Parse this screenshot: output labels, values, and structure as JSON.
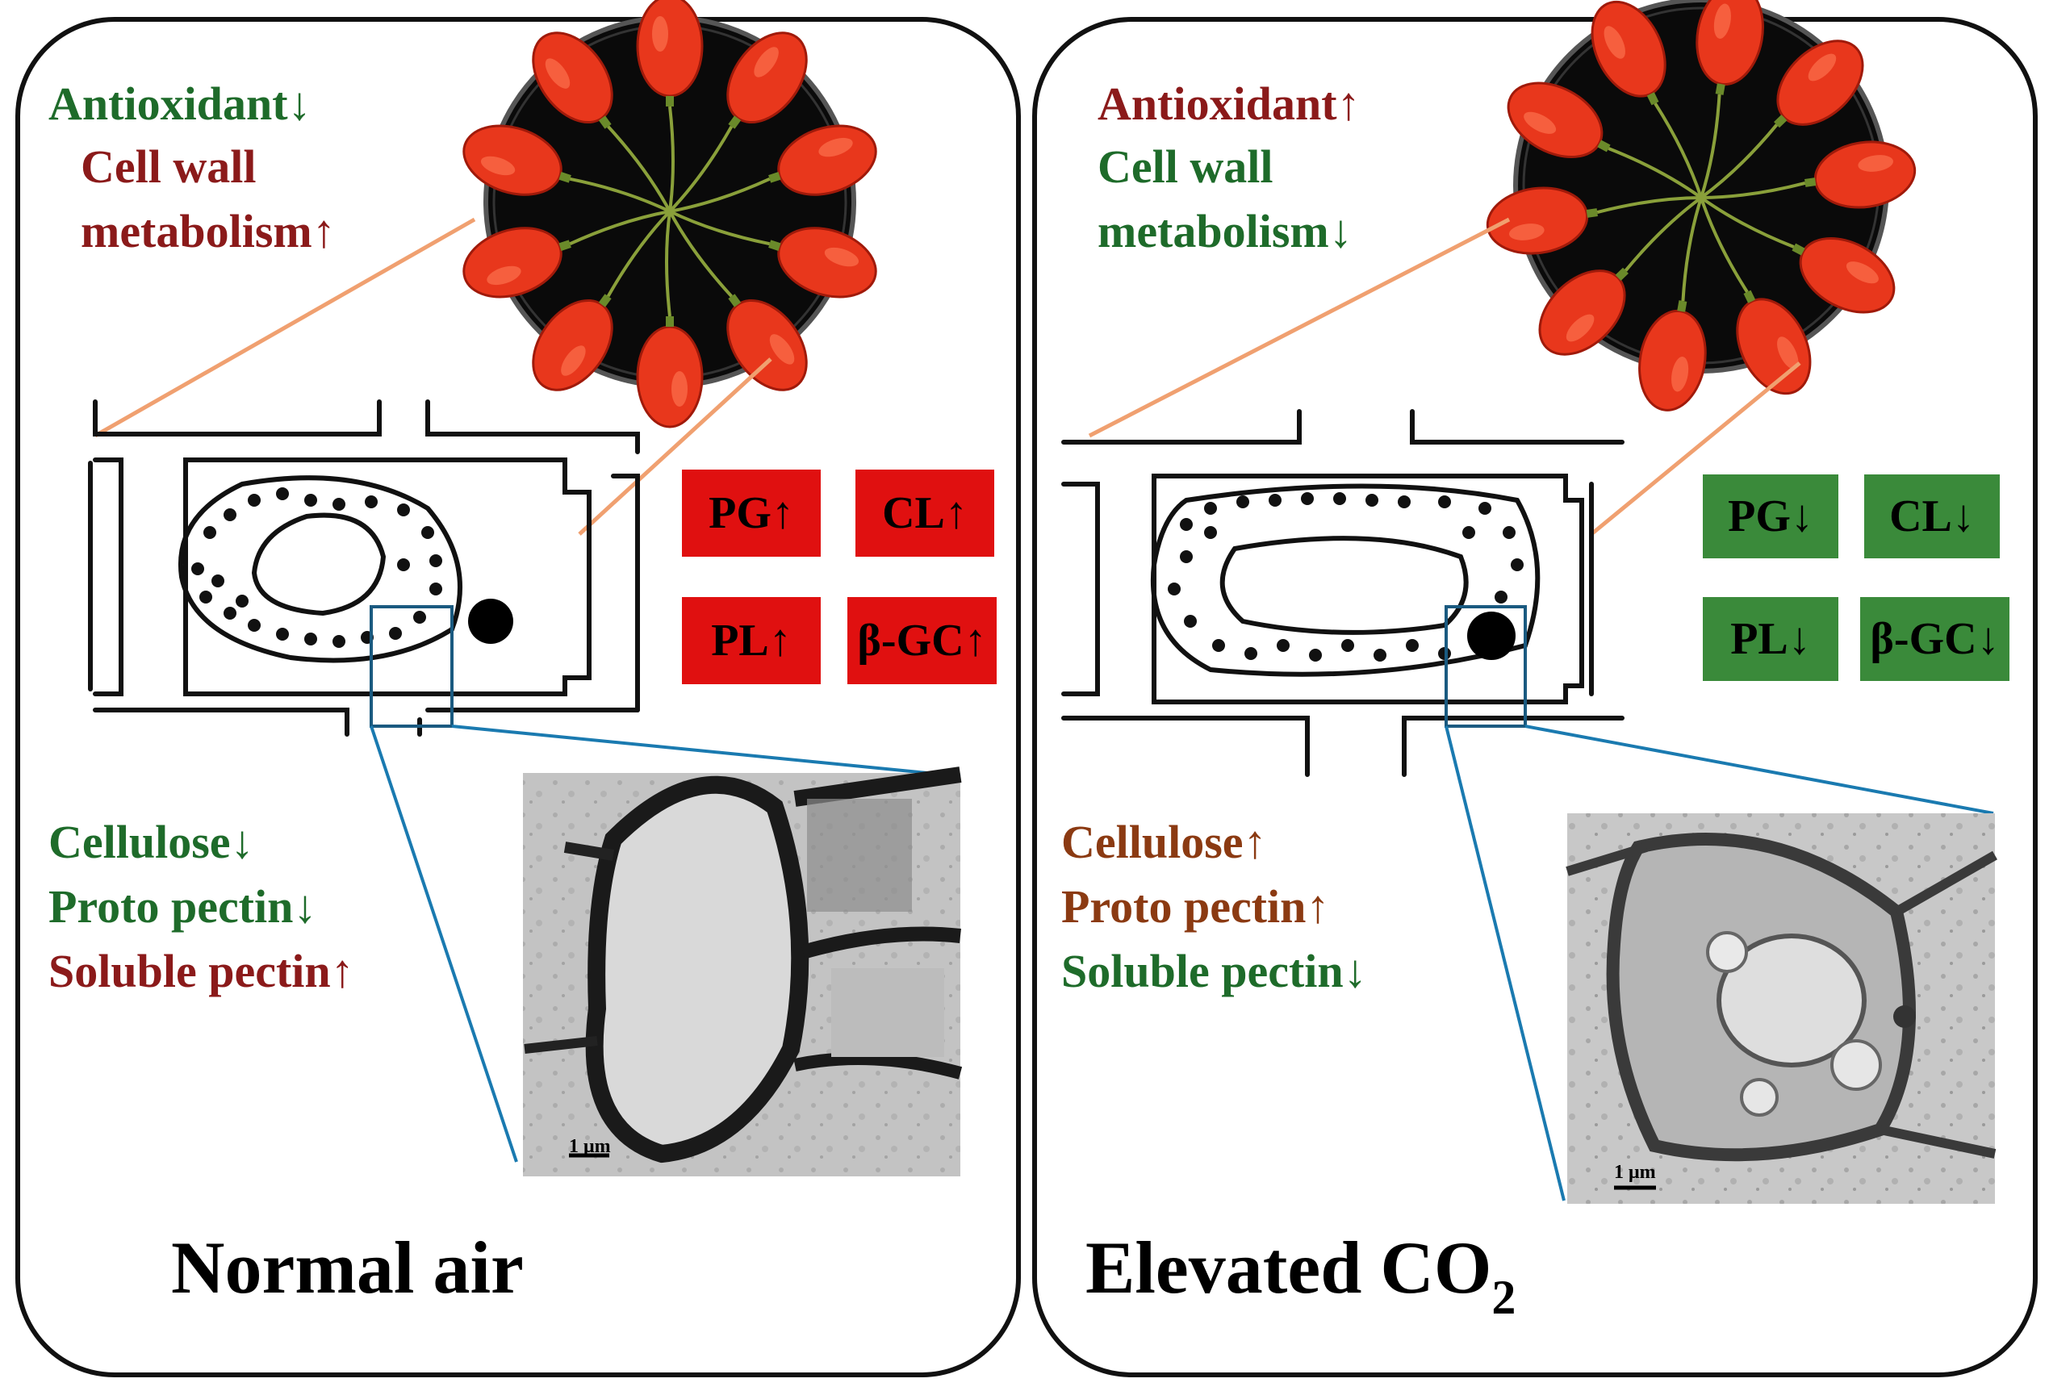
{
  "colors": {
    "up_red": "#8b1a1a",
    "down_green": "#1e6b2a",
    "up_brown": "#8b3a12",
    "enzyme_up_fill": "#e01010",
    "enzyme_down_fill": "#3a8a3a",
    "zoom_line_orange": "#f0a070",
    "zoom_line_blue": "#1a7ab0",
    "panel_border": "#000000"
  },
  "panels": {
    "normal": {
      "label": "Normal air",
      "top_metrics": [
        {
          "text": "Antioxidant↓",
          "trend": "down"
        },
        {
          "text": "Cell wall",
          "trend": "up"
        },
        {
          "text": "metabolism↑",
          "trend": "up"
        }
      ],
      "enzymes": [
        "PG↑",
        "CL↑",
        "PL↑",
        "β-GC↑"
      ],
      "bottom_metrics": [
        {
          "text": "Cellulose↓",
          "trend": "down"
        },
        {
          "text": "Proto pectin↓",
          "trend": "down"
        },
        {
          "text": "Soluble pectin↑",
          "trend": "up"
        }
      ],
      "scale_bar": "1 μm"
    },
    "elevated": {
      "label_main": "Elevated CO",
      "label_sub": "2",
      "top_metrics": [
        {
          "text": "Antioxidant↑",
          "trend": "up"
        },
        {
          "text": "Cell wall",
          "trend": "down"
        },
        {
          "text": "metabolism↓",
          "trend": "down"
        }
      ],
      "enzymes": [
        "PG↓",
        "CL↓",
        "PL↓",
        "β-GC↓"
      ],
      "bottom_metrics": [
        {
          "text": "Cellulose↑",
          "trend": "up"
        },
        {
          "text": "Proto pectin↑",
          "trend": "up"
        },
        {
          "text": "Soluble pectin↓",
          "trend": "down"
        }
      ],
      "scale_bar": "1 μm"
    }
  },
  "icons": [
    "goji-berry-dish-icon",
    "plant-cell-schematic-icon",
    "tem-micrograph-icon"
  ]
}
